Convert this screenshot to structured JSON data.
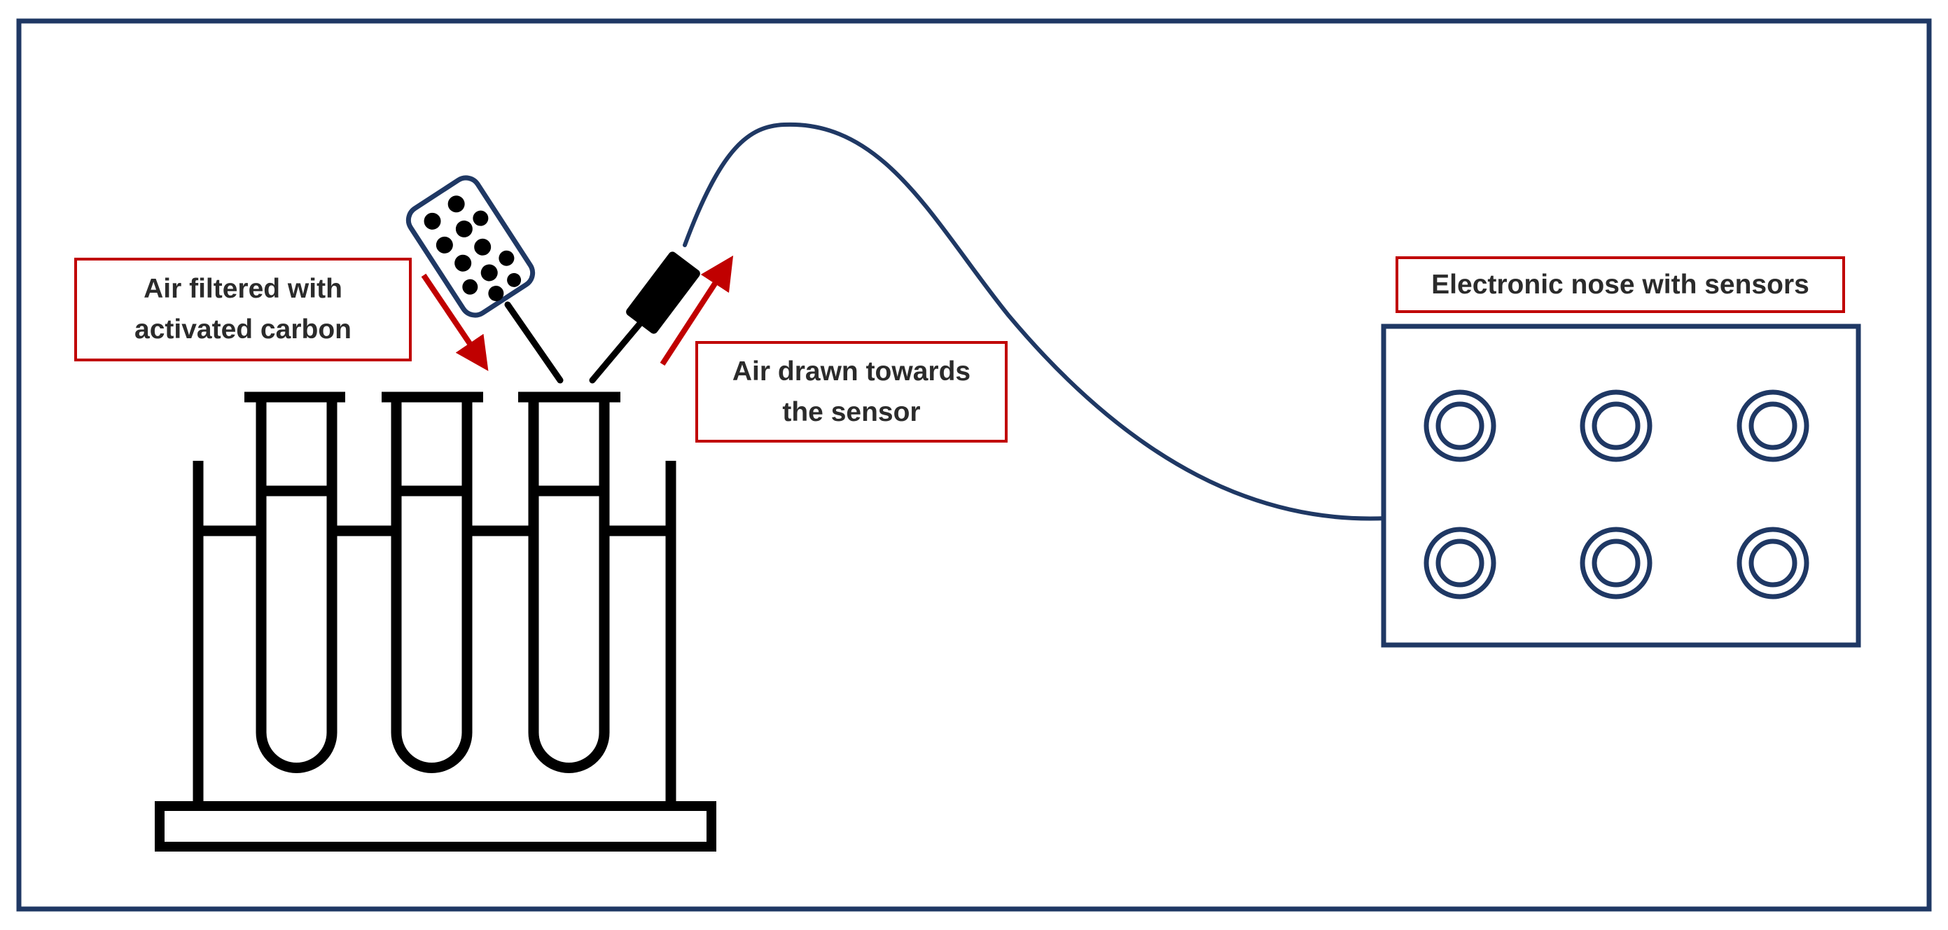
{
  "labels": {
    "air_filtered": "Air filtered with\nactivated carbon",
    "air_drawn": "Air drawn towards\nthe sensor",
    "electronic_nose": "Electronic nose with sensors"
  },
  "colors": {
    "frame": "#1f3864",
    "label_border": "#c00000",
    "arrow": "#c00000",
    "apparatus": "#000000",
    "text": "#2b2b2b"
  },
  "icons": {
    "test_tube_rack": "test-tube-rack-icon",
    "carbon_filter": "activated-carbon-filter-icon",
    "sensor_probe": "sensor-probe-icon",
    "electronic_nose": "electronic-nose-device-icon",
    "sensor": "sensor-ring-icon"
  }
}
